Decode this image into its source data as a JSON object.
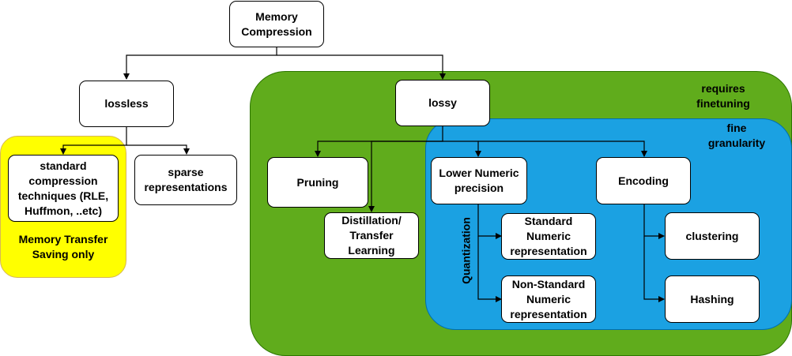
{
  "colors": {
    "lossy_region": "#60ac1c",
    "fine_region": "#1ba1e2",
    "transfer_region": "#ffff00",
    "box_fill": "#ffffff",
    "stroke": "#000000"
  },
  "nodes": {
    "root": "Memory\nCompression",
    "lossless": "lossless",
    "lossy": "lossy",
    "standard_compression": "standard\ncompression\ntechniques (RLE,\nHuffmon, ..etc)",
    "sparse": "sparse\nrepresentations",
    "pruning": "Pruning",
    "distillation": "Distillation/\nTransfer\nLearning",
    "lower_precision": "Lower Numeric\nprecision",
    "encoding": "Encoding",
    "standard_numeric": "Standard\nNumeric\nrepresentation",
    "non_standard_numeric": "Non-Standard\nNumeric\nrepresentation",
    "clustering": "clustering",
    "hashing": "Hashing"
  },
  "regions": {
    "requires_finetuning": "requires\nfinetuning",
    "fine_granularity": "fine\ngranularity",
    "memory_transfer": "Memory Transfer\nSaving only"
  },
  "edge_labels": {
    "quantization": "Quantization"
  }
}
